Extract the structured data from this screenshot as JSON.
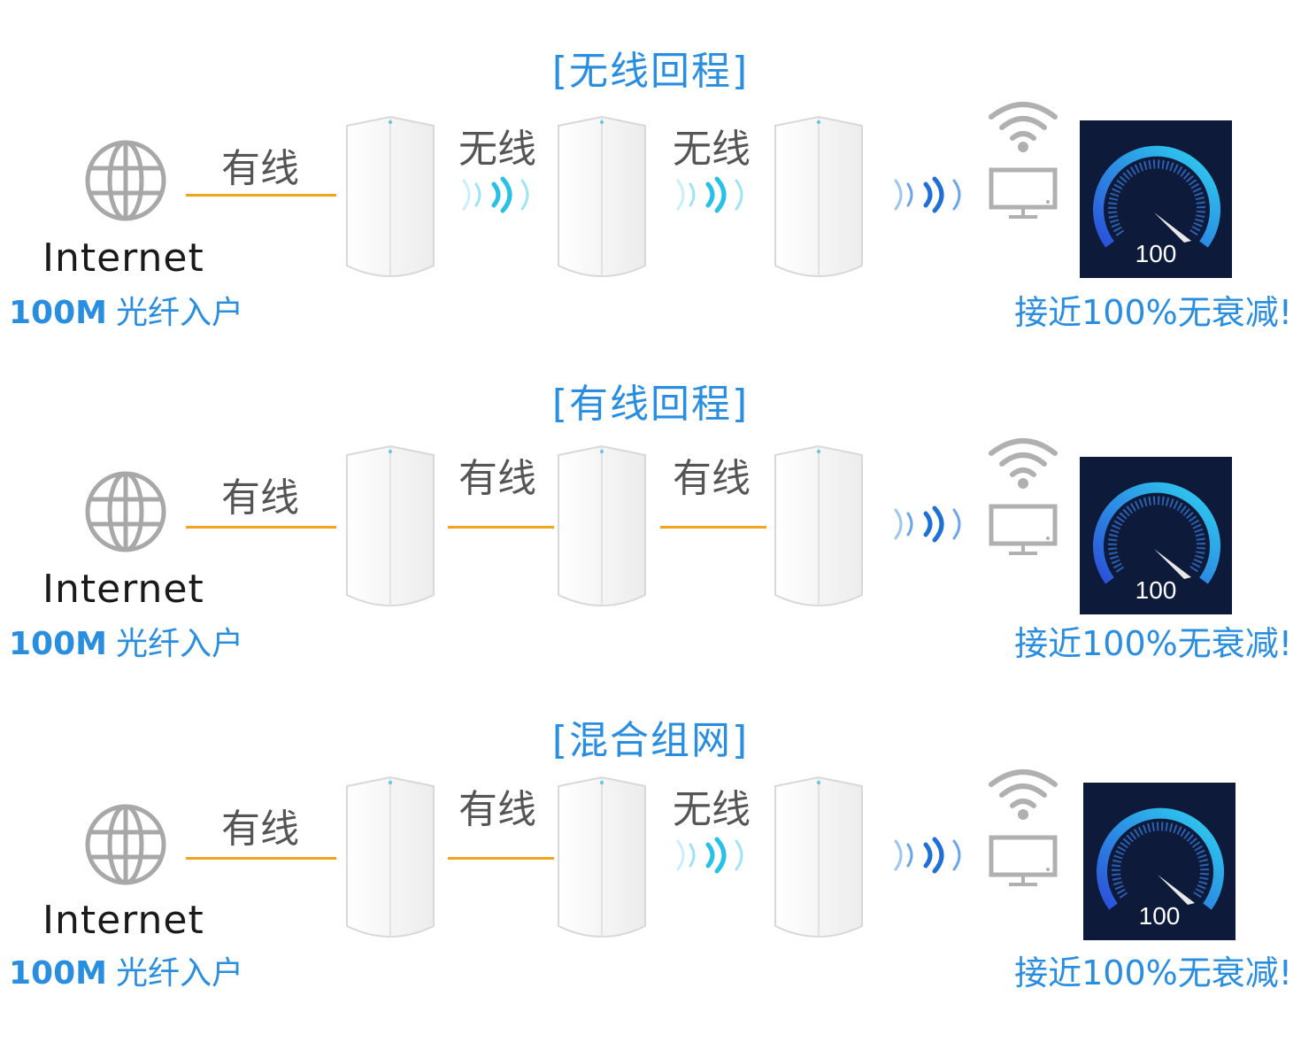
{
  "sections": [
    {
      "title": "[无线回程]",
      "internet_label": "Internet",
      "fiber_speed": "100M",
      "fiber_text": "光纤入户",
      "links": [
        {
          "label": "有线",
          "kind": "wired"
        },
        {
          "label": "无线",
          "kind": "wireless"
        },
        {
          "label": "无线",
          "kind": "wireless"
        }
      ],
      "speed_value": "100",
      "result_text": "接近100%无衰减!"
    },
    {
      "title": "[有线回程]",
      "internet_label": "Internet",
      "fiber_speed": "100M",
      "fiber_text": "光纤入户",
      "links": [
        {
          "label": "有线",
          "kind": "wired"
        },
        {
          "label": "有线",
          "kind": "wired"
        },
        {
          "label": "有线",
          "kind": "wired"
        }
      ],
      "speed_value": "100",
      "result_text": "接近100%无衰减!"
    },
    {
      "title": "[混合组网]",
      "internet_label": "Internet",
      "fiber_speed": "100M",
      "fiber_text": "光纤入户",
      "links": [
        {
          "label": "有线",
          "kind": "wired"
        },
        {
          "label": "有线",
          "kind": "wired"
        },
        {
          "label": "无线",
          "kind": "wireless"
        }
      ],
      "speed_value": "100",
      "result_text": "接近100%无衰减!"
    }
  ],
  "icons": {
    "globe": "globe-icon",
    "router": "mesh-node-icon",
    "wifi": "wifi-icon",
    "tv": "monitor-icon",
    "gauge": "speedometer-icon"
  },
  "colors": {
    "accent": "#2a8ee0",
    "wire": "#f5a31a",
    "wave_light": "#9fe3f5",
    "wave_dark": "#1f6fd6",
    "gauge_bg": "#0d1a3a"
  }
}
